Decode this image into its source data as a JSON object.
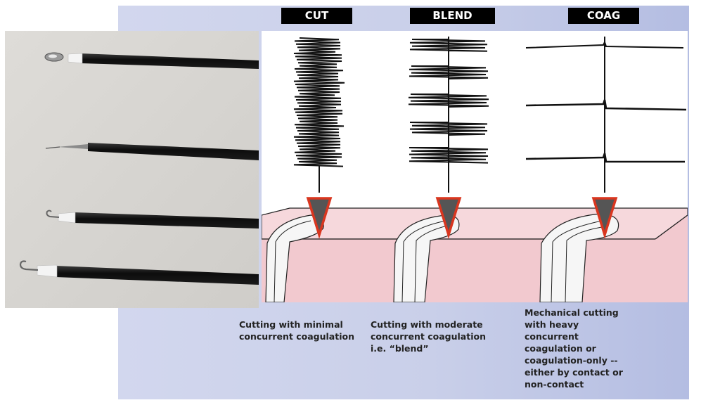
{
  "modes": {
    "cut": "CUT",
    "blend": "BLEND",
    "coag": "COAG"
  },
  "captions": {
    "cut": [
      "Cutting with minimal",
      "concurrent coagulation"
    ],
    "blend": [
      "Cutting with moderate",
      "concurrent coagulation",
      "i.e. “blend”"
    ],
    "coag": [
      "Mechanical cutting",
      "with heavy",
      "concurrent",
      "coagulation or",
      "coagulation-only --",
      "either by contact or",
      "non-contact"
    ]
  },
  "colors": {
    "tissue": "#f2c9cf",
    "tissue_top": "#f6d8dc",
    "electrode_arrow_fill": "#555555",
    "electrode_arrow_stroke": "#d9361f",
    "label_bg": "#000000"
  },
  "icons": {
    "electrode_1": "ball-loop-electrode-icon",
    "electrode_2": "needle-electrode-icon",
    "electrode_3": "hook-electrode-icon",
    "electrode_4": "j-hook-electrode-icon"
  }
}
